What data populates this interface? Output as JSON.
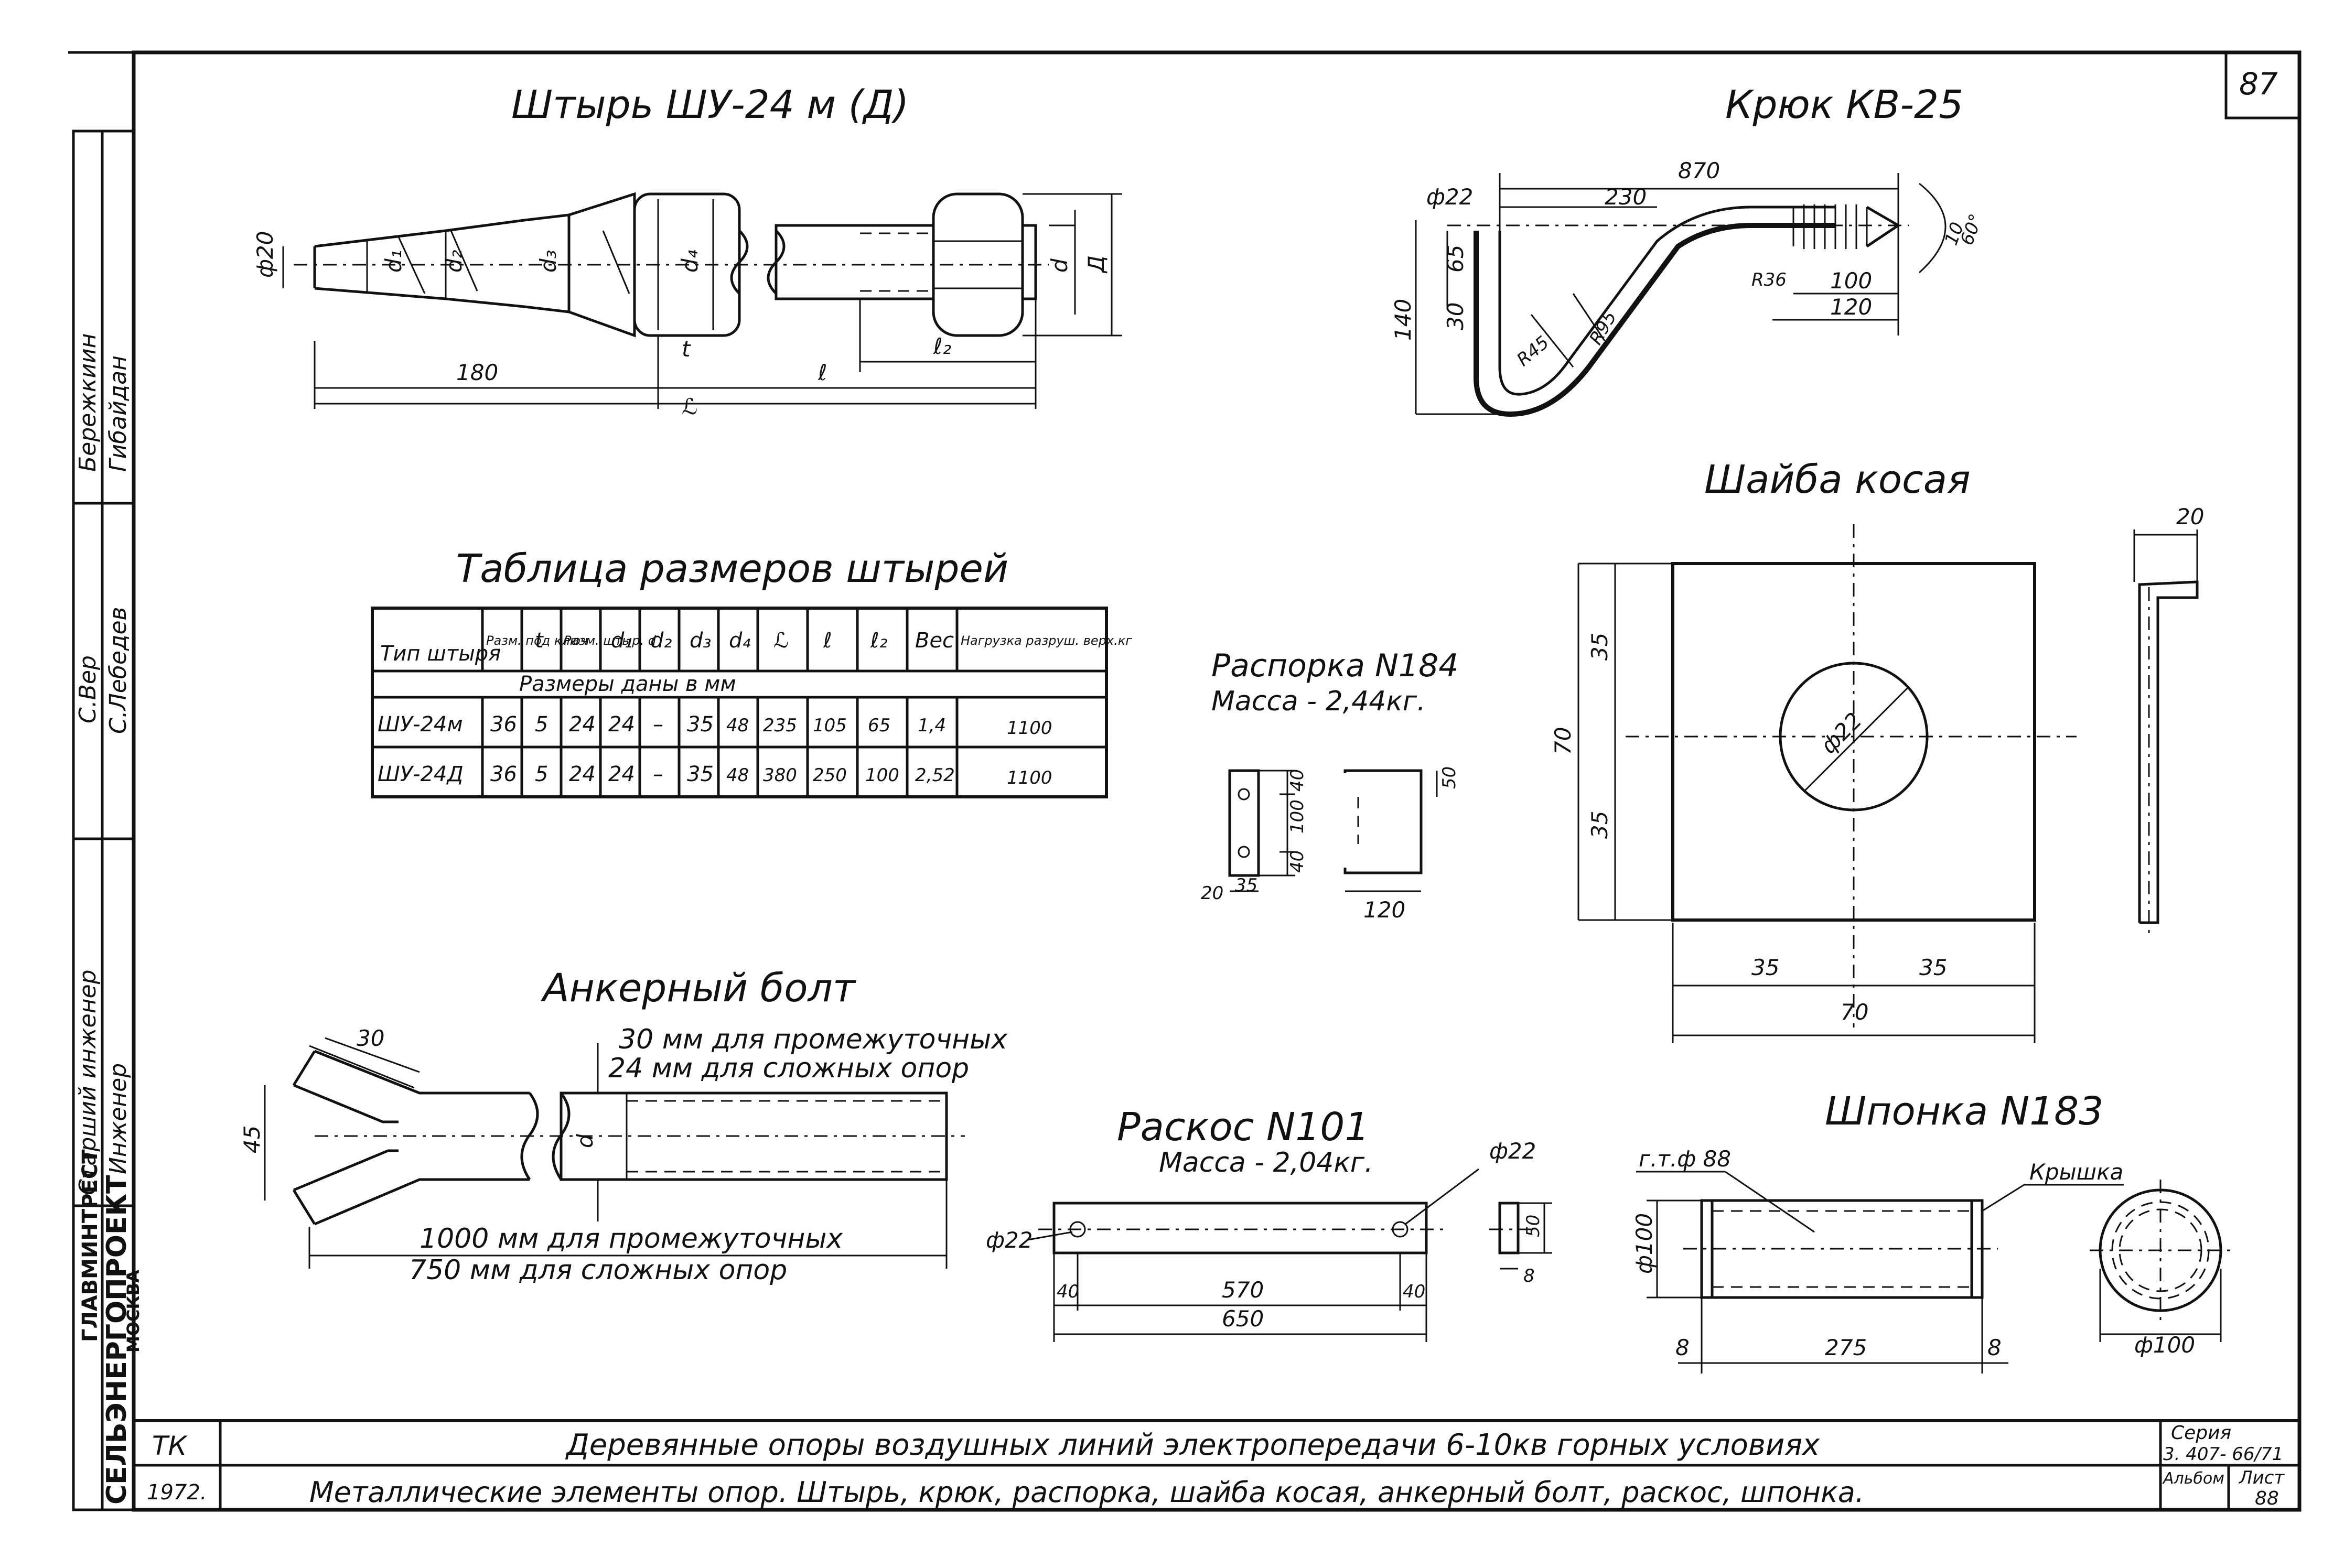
{
  "sheet_number": "87",
  "stamp": {
    "org_line1": "ГЛАВМИНТРЕСТ",
    "org_line2": "СЕЛЬЭНЕРГОПРОЕКТ",
    "org_city": "МОСКВА",
    "role_senior": "Старший инженер",
    "role_engineer": "Инженер",
    "name1": "С.Вер",
    "name2": "С.Лебедев",
    "name3": "Бережкиин",
    "name4": "Гибайдан"
  },
  "pin": {
    "title": "Штырь ШУ-24 м (Д)",
    "dims": {
      "d20": "ф20",
      "d1": "d₁",
      "d2": "d₂",
      "d3": "d₃",
      "d4": "d₄",
      "d": "d",
      "D": "Д",
      "t": "t",
      "l2": "ℓ₂",
      "l180": "180",
      "l": "ℓ",
      "L": "ℒ"
    }
  },
  "hook": {
    "title": "Крюк КВ-25",
    "dims": {
      "phi22": "ф22",
      "d870": "870",
      "d230": "230",
      "d65": "65",
      "d140": "140",
      "d30": "30",
      "r45": "R45",
      "r95": "R95",
      "r36": "R36",
      "d100": "100",
      "d120": "120",
      "d10": "10",
      "d60": "60°"
    }
  },
  "table": {
    "title": "Таблица размеров штырей",
    "header": [
      "Тип штыря",
      "Разм. под ключ",
      "t",
      "Разм. штыр. d",
      "d₁",
      "d₂",
      "d₃",
      "d₄",
      "ℒ",
      "ℓ",
      "ℓ₂",
      "Вес",
      "Нагрузка разруш. верх.кг"
    ],
    "subheader": "Размеры даны в мм",
    "rows": [
      [
        "ШУ-24м",
        "36",
        "5",
        "24",
        "24",
        "–",
        "35",
        "48",
        "235",
        "105",
        "65",
        "1,4",
        "1100"
      ],
      [
        "ШУ-24Д",
        "36",
        "5",
        "24",
        "24",
        "–",
        "35",
        "48",
        "380",
        "250",
        "100",
        "2,52",
        "1100"
      ]
    ]
  },
  "spacer": {
    "title": "Распорка N184",
    "mass": "Масса - 2,44кг.",
    "dims": {
      "d40a": "40",
      "d100": "100",
      "d40b": "40",
      "d20": "20",
      "d35": "35",
      "d120": "120",
      "d50": "50"
    }
  },
  "washer": {
    "title": "Шайба косая",
    "dims": {
      "d20": "20",
      "d35a": "35",
      "d70v": "70",
      "d35b": "35",
      "phi22": "ф22",
      "d35c": "35",
      "d35d": "35",
      "d70h": "70"
    }
  },
  "anchor": {
    "title": "Анкерный болт",
    "note1": "30 мм для промежуточных",
    "note2": "24 мм для сложных опор",
    "len1": "1000 мм для промежуточных",
    "len2": "750 мм для сложных опор",
    "dims": {
      "d30": "30",
      "d45": "45",
      "d": "d"
    }
  },
  "brace": {
    "title": "Раскос N101",
    "mass": "Масса - 2,04кг.",
    "dims": {
      "phi22a": "ф22",
      "phi22b": "ф22",
      "d40a": "40",
      "d570": "570",
      "d40b": "40",
      "d650": "650",
      "d50": "50",
      "d8": "8"
    }
  },
  "key": {
    "title": "Шпонка N183",
    "dims": {
      "gt": "г.т.ф 88",
      "lid": "Крышка",
      "phi100a": "ф100",
      "d8a": "8",
      "d275": "275",
      "d8b": "8",
      "phi100b": "ф100"
    }
  },
  "titleblock": {
    "code": "ТК",
    "year": "1972.",
    "line1": "Деревянные опоры воздушных линий электропередачи 6-10кв горных условиях",
    "line2": "Металлические элементы опор. Штырь, крюк, распорка, шайба косая, анкерный болт, раскос, шпонка.",
    "series_label": "Серия",
    "series": "3. 407- 66/71",
    "album_label": "Альбом",
    "sheet_label": "Лист",
    "sheet": "88"
  }
}
